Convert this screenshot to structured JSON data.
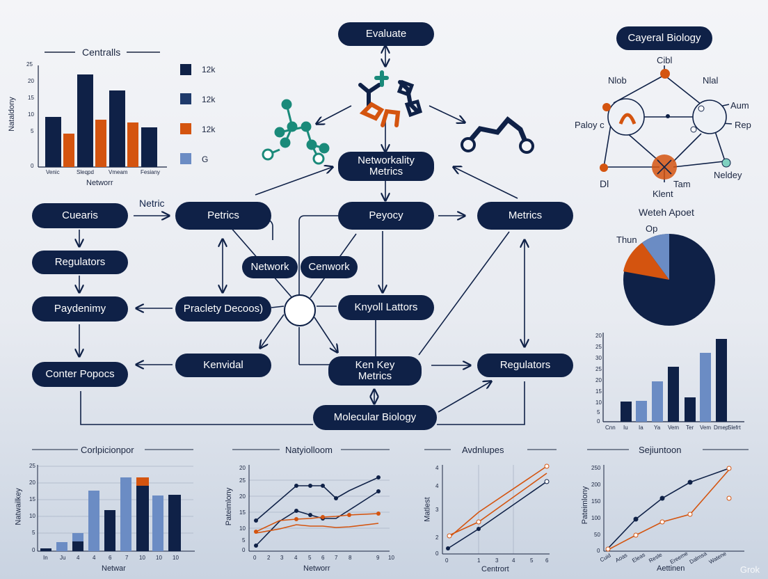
{
  "diagram": {
    "nodes": {
      "evaluate": "Evaluate",
      "network_metrics": "Networkality\nMetrics",
      "cuearis": "Cuearis",
      "petrics": "Petrics",
      "peyocy": "Peyocy",
      "metrics": "Metrics",
      "regulators_left": "Regulators",
      "network": "Network",
      "cenwork": "Cenwork",
      "paydenimy": "Paydenimy",
      "pracletty": "Praclety Decoos)",
      "knyoll": "Knyoll Lattors",
      "conter": "Conter Popocs",
      "kenvidal": "Kenvidal",
      "kenkey": "Ken Key\nMetrics",
      "regulators_right": "Regulators",
      "molecular": "Molecular Biology"
    },
    "edge_label": "Netric"
  },
  "centralls_chart": {
    "title": "Centralls",
    "ylabel": "Nataldony",
    "xlabel": "Networr",
    "yticks": [
      "25",
      "20",
      "15",
      "10",
      "5",
      "0"
    ],
    "xticks": [
      "Venic",
      "Sleqpd",
      "Vmeam",
      "Fesiany"
    ],
    "legend": [
      {
        "label": "12k",
        "color": "#0f2147"
      },
      {
        "label": "12k",
        "color": "#1e3a6b"
      },
      {
        "label": "12k",
        "color": "#d4540f"
      },
      {
        "label": "G",
        "color": "#6b8cc4"
      }
    ]
  },
  "cayeral": {
    "title": "Cayeral Biology",
    "labels": {
      "top": "Cibl",
      "nlob": "Nlob",
      "nlal": "Nlal",
      "aum": "Aum",
      "rep": "Rep",
      "paloy": "Paloy c",
      "di": "Dl",
      "tam": "Tam",
      "klent": "Klent",
      "neldey": "Neldey"
    }
  },
  "pie": {
    "title": "Weteh Apoet",
    "labels": [
      "Op",
      "Thun"
    ]
  },
  "right_bar": {
    "yticks": [
      "20",
      "25",
      "30",
      "25",
      "20",
      "15",
      "10",
      "5",
      "0"
    ],
    "xticks": [
      "Cnn",
      "Iu",
      "Ia",
      "Ya",
      "Vem",
      "Ter",
      "Vem",
      "Dmep",
      "Slefrt"
    ]
  },
  "bottom_charts": [
    {
      "title": "Corlpicionpor",
      "ylabel": "Natwailkey",
      "xlabel": "Netwar",
      "yticks": [
        "25",
        "20",
        "15",
        "10",
        "5",
        "0"
      ],
      "xticks": [
        "In",
        "Ju",
        "4",
        "4",
        "6",
        "7",
        "10",
        "10",
        "10"
      ]
    },
    {
      "title": "Natyiolloom",
      "ylabel": "Pateimlony",
      "xlabel": "Networr",
      "yticks": [
        "20",
        "25",
        "20",
        "15",
        "10",
        "5",
        "0"
      ],
      "xticks": [
        "0",
        "2",
        "3",
        "4",
        "5",
        "6",
        "7",
        "8",
        "9",
        "10"
      ]
    },
    {
      "title": "Avdnlupes",
      "ylabel": "Matlest",
      "xlabel": "Centrort",
      "yticks": [
        "4",
        "4",
        "3",
        "2",
        "0"
      ],
      "xticks": [
        "0",
        "1",
        "3",
        "4",
        "5",
        "6"
      ]
    },
    {
      "title": "Sejiuntoon",
      "ylabel": "Pateimlony",
      "xlabel": "Aettinen",
      "yticks": [
        "250",
        "200",
        "150",
        "100",
        "50",
        "0"
      ],
      "xticks": [
        "Cuid",
        "Aoas",
        "Eleas",
        "Resle",
        "Ereeme",
        "Dalmsa",
        "Watene"
      ]
    }
  ],
  "watermark": "Grok"
}
